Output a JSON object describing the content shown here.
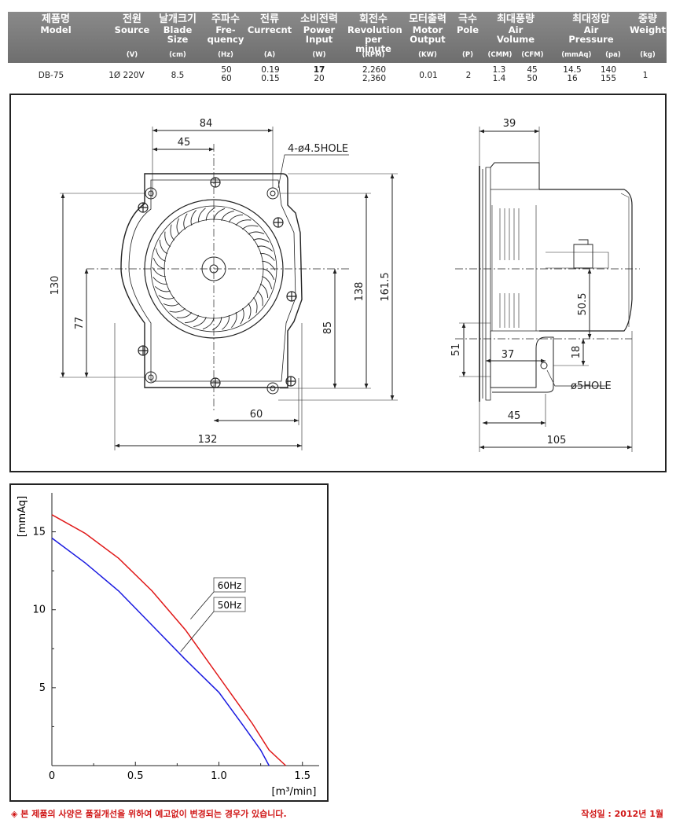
{
  "header": {
    "columns": [
      {
        "kr": "제품명",
        "en": [
          "Model"
        ],
        "unit": ""
      },
      {
        "kr": "전원",
        "en": [
          "Source"
        ],
        "unit": "(V)"
      },
      {
        "kr": "날개크기",
        "en": [
          "Blade",
          "Size"
        ],
        "unit": "(cm)"
      },
      {
        "kr": "주파수",
        "en": [
          "Fre-",
          "quency"
        ],
        "unit": "(Hz)"
      },
      {
        "kr": "전류",
        "en": [
          "Currecnt"
        ],
        "unit": "(A)"
      },
      {
        "kr": "소비전력",
        "en": [
          "Power",
          "Input"
        ],
        "unit": "(W)"
      },
      {
        "kr": "회전수",
        "en": [
          "Revolution",
          "per minute"
        ],
        "unit": "(RPM)"
      },
      {
        "kr": "모터출력",
        "en": [
          "Motor",
          "Output"
        ],
        "unit": "(KW)"
      },
      {
        "kr": "극수",
        "en": [
          "Pole"
        ],
        "unit": "(P)"
      },
      {
        "kr": "최대풍량",
        "en": [
          "Air",
          "Volume"
        ],
        "unit": "(CMM)    (CFM)"
      },
      {
        "kr": "최대정압",
        "en": [
          "Air",
          "Pressure"
        ],
        "unit": "(mmAq)      (pa)"
      },
      {
        "kr": "중량",
        "en": [
          "Weight"
        ],
        "unit": "(kg)"
      }
    ]
  },
  "row": {
    "model": "DB-75",
    "source": "1Ø 220V",
    "blade": "8.5",
    "freq": [
      "50",
      "60"
    ],
    "current": [
      "0.19",
      "0.15"
    ],
    "power": [
      "17",
      "20"
    ],
    "rpm": [
      "2,260",
      "2,360"
    ],
    "motor": "0.01",
    "pole": "2",
    "cmm": [
      "1.3",
      "1.4"
    ],
    "cfm": [
      "45",
      "50"
    ],
    "mmaq": [
      "14.5",
      "16"
    ],
    "pa": [
      "140",
      "155"
    ],
    "weight": "1"
  },
  "drawing": {
    "dims": {
      "d84": "84",
      "d45": "45",
      "hole4": "4-ø4.5HOLE",
      "d130": "130",
      "d77": "77",
      "d138": "138",
      "d85": "85",
      "d161": "161.5",
      "d60": "60",
      "d132": "132",
      "d39": "39",
      "d505": "50.5",
      "d51": "51",
      "d37": "37",
      "d18": "18",
      "hole5": "ø5HOLE",
      "d45b": "45",
      "d105": "105"
    }
  },
  "chart_data": {
    "type": "line",
    "xlabel": "[m³/min]",
    "ylabel": "[mmAq]",
    "xlim": [
      0,
      1.6
    ],
    "ylim": [
      0,
      17.5
    ],
    "xticks": [
      "0",
      "0.5",
      "1.0",
      "1.5"
    ],
    "yticks": [
      "5",
      "10",
      "15"
    ],
    "series": [
      {
        "name": "60Hz",
        "color": "#e01818",
        "points": [
          [
            0,
            16.1
          ],
          [
            0.2,
            14.9
          ],
          [
            0.4,
            13.3
          ],
          [
            0.6,
            11.2
          ],
          [
            0.8,
            8.7
          ],
          [
            1.0,
            5.7
          ],
          [
            1.2,
            2.7
          ],
          [
            1.3,
            1.0
          ],
          [
            1.4,
            0
          ]
        ]
      },
      {
        "name": "50Hz",
        "color": "#1a1ae0",
        "points": [
          [
            0,
            14.6
          ],
          [
            0.2,
            13.0
          ],
          [
            0.4,
            11.2
          ],
          [
            0.6,
            9.0
          ],
          [
            0.8,
            6.8
          ],
          [
            1.0,
            4.7
          ],
          [
            1.15,
            2.5
          ],
          [
            1.25,
            1.0
          ],
          [
            1.3,
            0
          ]
        ]
      }
    ]
  },
  "footer": {
    "note": "◈ 본 제품의 사양은 품질개선을 위하여 예고없이 변경되는 경우가 있습니다.",
    "date": "작성일 : 2012년 1월"
  }
}
